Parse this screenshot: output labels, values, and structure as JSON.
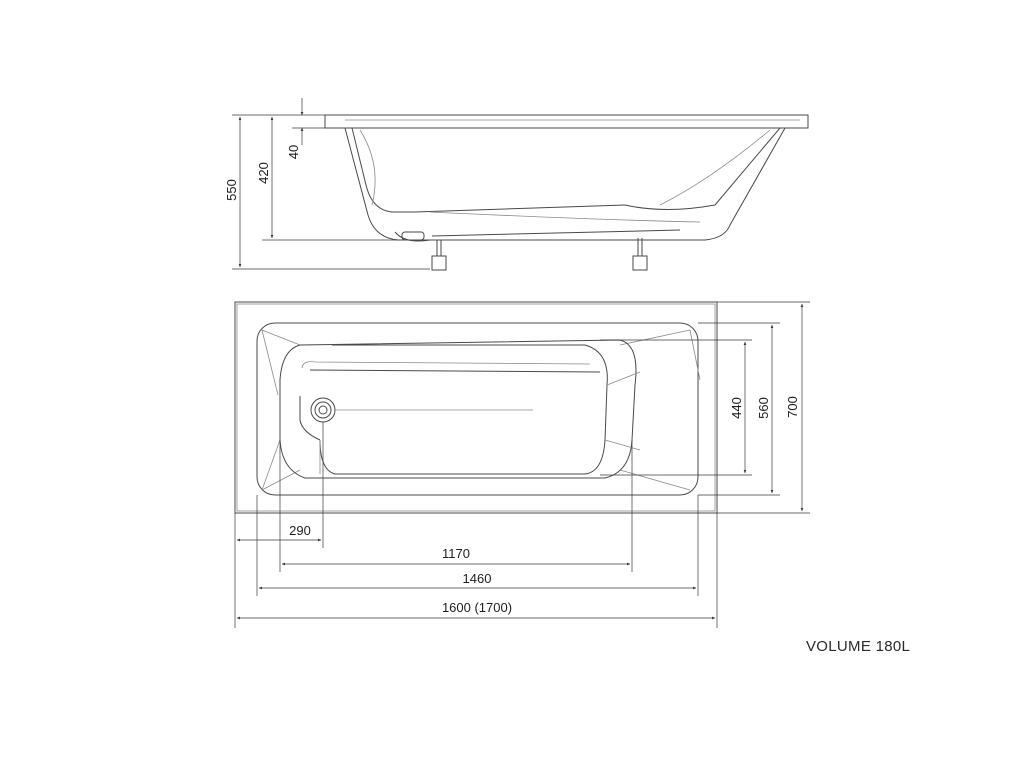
{
  "side_view": {
    "heights": {
      "total": "550",
      "inner": "420",
      "rim": "40"
    }
  },
  "top_view": {
    "widths": {
      "total": "700",
      "inner": "560",
      "bottom": "440"
    },
    "lengths": {
      "drain_offset": "290",
      "bottom": "1170",
      "inner": "1460",
      "total": "1600 (1700)"
    }
  },
  "volume_label": "VOLUME 180L"
}
